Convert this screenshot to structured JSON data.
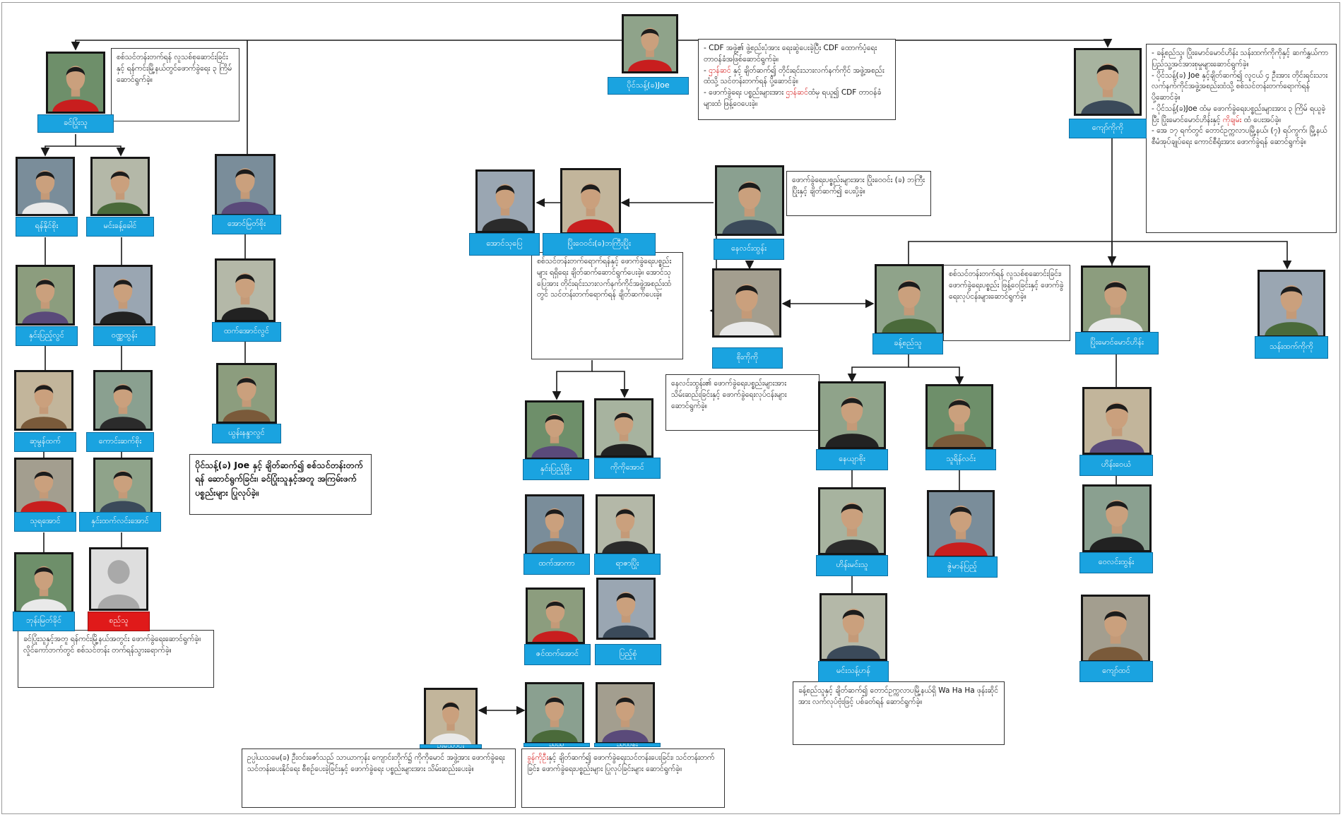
{
  "colors": {
    "label_blue": "#1aa3e0",
    "label_red": "#e01a1a",
    "highlight_red": "#d41414"
  },
  "people": {
    "joe": "ပိုင်သန့်(ခ)Joe",
    "khinpyaemyatsu": "ခင်ပြုံးသူ",
    "kyawkoko": "ကျော်ကိုကို",
    "ranaingsoe": "ရန်နိုင်စိုး",
    "minthankhaung": "မင်းခန့်ခေါင်",
    "hninyupyaelwin": "နှင်းပြည့်လွင်",
    "wanaphoe": "ဝဏ္ဏထွန်း",
    "su_mon": "ဆုမွန်ထက်",
    "kaungsetsoe": "ကောင်းဆက်စိုး",
    "thuraaung": "သုရအောင်",
    "hninhtetlinnaung": "နှင်းထက်လင်းအောင်",
    "thanmyatkhine": "ဘုန်းမြတ်ခိုင်",
    "unknown_red": "စည်သူ",
    "aungmyatsoe": "အောင်မြတ်စိုး",
    "htetaunglwin": "ထက်အောင်လွင်",
    "yunandarlwin": "ယွန်းနန္ဒာလွင်",
    "aungsupyae": "အောင်သုပြေ",
    "pyaephyowai": "ပြိုးဝေဝင်း(ခ)ဘကြီးပြိုး",
    "naylinhtun": "နေလင်းထွန်း",
    "soekoko": "စိုးကိုကို",
    "hninpyaephyo": "နှင်းပြည့်ဖြိုး",
    "kokoaung": "ကိုကိုအောင်",
    "htetarkar": "ထက်အာကာ",
    "raza": "ရာဇာပြိုး",
    "zinhtetaung": "ဇင်ထက်အောင်",
    "pyaesone": "ပြည့်စုံ",
    "man_bottom": "ဦးသောင်း",
    "nyinyi": "ညီညီ",
    "nyitun": "ညီထွန်း",
    "khantsithu": "ခန့်စည်သူ",
    "nayyarsoe": "နေယျာစိုး",
    "thuyainlin": "သူရိန်လင်း",
    "htinminthu": "ဟိန်းမင်းသူ",
    "aymonpyaesone": "ဇွဲမာန်ပြည့်",
    "minthantaung": "မင်းသန့်ဟန်",
    "pyaemaungmaung": "ပြိုးမောင်မောင်ဟိန်း",
    "thanhtetkoko": "သန်းထက်ကိုကို",
    "heinwai": "ဟိန်းဝေယံ",
    "waylinhtun": "ဝေလင်းထွန်း",
    "kyawhtin": "ကျော်ထင်"
  },
  "notes": {
    "joe": [
      {
        "t": "- CDF အဖွဲ့၏ ဖွဲ့စည်းပုံအား ရေးဆွဲပေးခဲ့ပြီး CDF ထောက်ပံ့ရေးတာဝန်ခံအဖြစ်ဆောင်ရွက်ခဲ့။"
      },
      {
        "t": "- ",
        "h": "ဌာန်ဆင်",
        "r": " နှင့် ချိတ်ဆက်၍ တိုင်းရင်းသားလက်နက်ကိုင် အဖွဲ့အစည်းထံသို့ သင်တန်းတက်ရန် ပို့ဆောင်ခဲ့။"
      },
      {
        "t": "- ဖောက်ခွဲရေး ပစ္စည်းများအား ",
        "h": "ဌာန်ဆင်",
        "r": "ထံမှ ရယူ၍ CDF တာဝန်ခံများထံ ဖြန့်ဝေပေးခဲ့။"
      }
    ],
    "khinpyaemyatsu": "စစ်သင်တန်းတက်ရန် လူသစ်စုဆောင်းခြင်းနှင့် ရန်ကင်းမြို့နယ်တွင်ဖောက်ခွဲရေး ၃ ကြိမ် ဆောင်ရွက်ခဲ့။",
    "kyawkoko": [
      {
        "t": "- ခန့်စည်သူ၊ ပြိုးမောင်မောင်ဟိန်း သန်းထက်ကိုကိုနှင့် ဆက်နွှယ်ကာ ပြည်သူ့အင်အားစုမှုများဆောင်ရွက်ခဲ့။"
      },
      {
        "t": "- ပိုင်သန့်(ခ) Joe နှင့်ချိတ်ဆက်၍ လူငယ် ၄ ဦးအား တိုင်းရင်းသားလက်နက်ကိုင်အဖွဲ့အစည်းထံသို့ စစ်သင်တန်းတက်ရောက်ရန် ပို့ဆောင်ခဲ့။"
      },
      {
        "t": "- ပိုင်သန့်(ခ)Joe ထံမှ ဖောက်ခွဲရေးပစ္စည်းများအား ၃ ကြိမ် ရယူခဲ့ပြီး ပြိုးမောင်မောင်ဟိန်းနှင့် ",
        "h": "ကိုချမ်း",
        "r": " ထံ ပေးအပ်ခဲ့။"
      },
      {
        "t": "- အေ ၁၇ ရက်တွင် တောင်ဥက္ကလာပမြို့နယ်၊ (၇) ရပ်ကွက်၊ မြို့နယ်စီမံအုပ်ချုပ်ရေး ကောင်စီရုံးအား ဖောက်ခွဲရန် ဆောင်ရွက်ခဲ့။"
      }
    ],
    "pyaephyowai": "ဖောက်ခွဲရေးပစ္စည်းများအား ပြိုးဝေဝင်း (ခ) ဘကြီးပြိုးနှင့် ချိတ်ဆက်၍ ပေးပို့ခဲ့။",
    "center": "စစ်သင်တန်းတက်ရောက်ရန်နှင့် ဖောက်ခွဲရေးပစ္စည်းများ ရရှိရေး ချိတ်ဆက်ဆောင်ရွက်ပေးခဲ့။ အောင်သုပြေအား တိုင်းရင်းသားလက်နက်ကိုင်အဖွဲ့အစည်းထံတွင် သင်တန်းတက်ရောက်ရန် ချိတ်ဆက်ပေးခဲ့။",
    "khantsithu": "စစ်သင်တန်းတက်ရန် လူသစ်စုဆောင်းခြင်း၊ ဖောက်ခွဲရေးပစ္စည်း ဖြန့်ဝေခြင်းနှင့် ဖောက်ခွဲရေးလုပ်ငန်းများဆောင်ရွက်ခဲ့။",
    "naylinhtun": "နေလင်းထွန်း၏ ဖောက်ခွဲရေးပစ္စည်းများအား သိမ်းဆည်းခြင်းနှင့် ဖောက်ခွဲရေးလုပ်ငန်းများ ဆောင်ရွက်ခဲ့။",
    "joe_link": "ပိုင်သန့်(ခ) Joe နှင့် ချိတ်ဆက်၍ စစ်သင်တန်းတက်ရန် ဆောင်ရွက်ခြင်း၊ ခင်ပြုံးသူနှင့်အတူ အကြမ်းဖက်ပစ္စည်းများ ပြုလုပ်ခဲ့။",
    "khin_group": "ခင်ပြုံးသူနှင့်အတူ ရန်ကင်းမြို့နယ်အတွင်း ဖောက်ခွဲရေးဆောင်ရွက်ခဲ့။ လှိုင်ကော်ဘက်တွင် စစ်သင်တန်း တက်ရန်သွားရောက်ခဲ့။",
    "bottom_left": "ဥပ္ပါယသမေ(ခ) ဦးဝင်းဇော်သည် သာယာကုန်း ကျောင်းတိုက်၌ ကိုကိုမောင် အဖွဲ့အား ဖောက်ခွဲရေး သင်တန်းပေးနိုင်ရေး စီစဉ်ပေးခဲ့ခြင်းနှင့် ဖောက်ခွဲရေး ပစ္စည်းများအား သိမ်းဆည်းပေးခဲ့။",
    "bottom_mid": {
      "h": "ခွန်ကိုဦး",
      "r": "နှင့် ချိတ်ဆက်၍ ဖောက်ခွဲရေးသင်တန်းပေးခြင်း၊ သင်တန်းတက်ခြင်း၊ ဖောက်ခွဲရေးပစ္စည်းများ ပြုလုပ်ခြင်းများ ဆောင်ရွက်ခဲ့။"
    },
    "bottom_right": "ခန့်စည်သူနှင့် ချိတ်ဆက်၍ တောင်ဥက္ကလာပမြို့နယ်ရှိ Wa Ha Ha ဖုန်းဆိုင်အား လက်လုပ်ဗုံးဖြင့် ပစ်ခတ်ရန် ဆောင်ရွက်ခဲ့။"
  }
}
